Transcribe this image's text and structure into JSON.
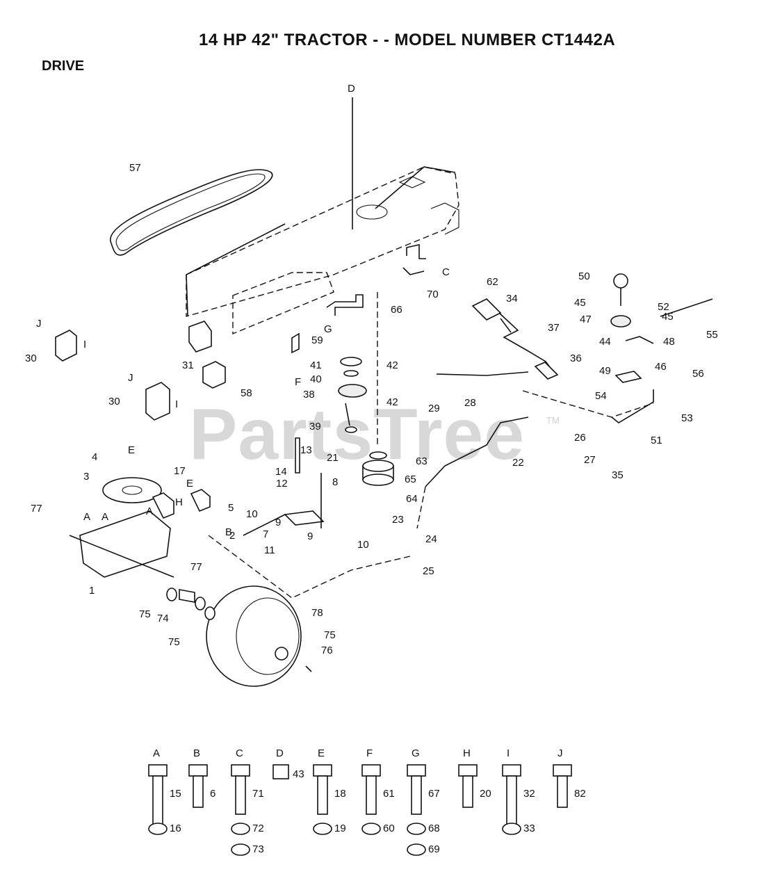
{
  "title": "14 HP 42\" TRACTOR - - MODEL NUMBER CT1442A",
  "section": "DRIVE",
  "watermark": "PartsTree",
  "trademark": "TM",
  "callouts": [
    {
      "label": "D"
    },
    {
      "label": "57"
    },
    {
      "label": "70"
    },
    {
      "label": "C"
    },
    {
      "label": "66"
    },
    {
      "label": "G"
    },
    {
      "label": "59"
    },
    {
      "label": "F"
    },
    {
      "label": "31"
    },
    {
      "label": "58"
    },
    {
      "label": "41"
    },
    {
      "label": "40"
    },
    {
      "label": "42"
    },
    {
      "label": "38"
    },
    {
      "label": "42"
    },
    {
      "label": "39"
    },
    {
      "label": "30"
    },
    {
      "label": "J"
    },
    {
      "label": "30"
    },
    {
      "label": "J"
    },
    {
      "label": "I"
    },
    {
      "label": "I"
    },
    {
      "label": "62"
    },
    {
      "label": "34"
    },
    {
      "label": "37"
    },
    {
      "label": "36"
    },
    {
      "label": "29"
    },
    {
      "label": "28"
    },
    {
      "label": "50"
    },
    {
      "label": "45"
    },
    {
      "label": "52"
    },
    {
      "label": "47"
    },
    {
      "label": "44"
    },
    {
      "label": "48"
    },
    {
      "label": "55"
    },
    {
      "label": "45"
    },
    {
      "label": "46"
    },
    {
      "label": "49"
    },
    {
      "label": "56"
    },
    {
      "label": "54"
    },
    {
      "label": "53"
    },
    {
      "label": "51"
    },
    {
      "label": "26"
    },
    {
      "label": "27"
    },
    {
      "label": "35"
    },
    {
      "label": "22"
    },
    {
      "label": "13"
    },
    {
      "label": "14"
    },
    {
      "label": "12"
    },
    {
      "label": "21"
    },
    {
      "label": "63"
    },
    {
      "label": "65"
    },
    {
      "label": "64"
    },
    {
      "label": "8"
    },
    {
      "label": "10"
    },
    {
      "label": "9"
    },
    {
      "label": "7"
    },
    {
      "label": "11"
    },
    {
      "label": "9"
    },
    {
      "label": "10"
    },
    {
      "label": "2"
    },
    {
      "label": "23"
    },
    {
      "label": "24"
    },
    {
      "label": "25"
    },
    {
      "label": "4"
    },
    {
      "label": "E"
    },
    {
      "label": "17"
    },
    {
      "label": "3"
    },
    {
      "label": "E"
    },
    {
      "label": "H"
    },
    {
      "label": "5"
    },
    {
      "label": "B"
    },
    {
      "label": "77"
    },
    {
      "label": "A"
    },
    {
      "label": "A"
    },
    {
      "label": "A"
    },
    {
      "label": "1"
    },
    {
      "label": "77"
    },
    {
      "label": "75"
    },
    {
      "label": "74"
    },
    {
      "label": "75"
    },
    {
      "label": "78"
    },
    {
      "label": "75"
    },
    {
      "label": "76"
    }
  ],
  "hardware": [
    {
      "letter": "A",
      "parts": [
        "15",
        "16"
      ]
    },
    {
      "letter": "B",
      "parts": [
        "6"
      ]
    },
    {
      "letter": "C",
      "parts": [
        "71",
        "72",
        "73"
      ]
    },
    {
      "letter": "D",
      "parts": [
        "43"
      ]
    },
    {
      "letter": "E",
      "parts": [
        "18",
        "19"
      ]
    },
    {
      "letter": "F",
      "parts": [
        "61",
        "60"
      ]
    },
    {
      "letter": "G",
      "parts": [
        "67",
        "68",
        "69"
      ]
    },
    {
      "letter": "H",
      "parts": [
        "20"
      ]
    },
    {
      "letter": "I",
      "parts": [
        "32",
        "33"
      ]
    },
    {
      "letter": "J",
      "parts": [
        "82"
      ]
    }
  ]
}
